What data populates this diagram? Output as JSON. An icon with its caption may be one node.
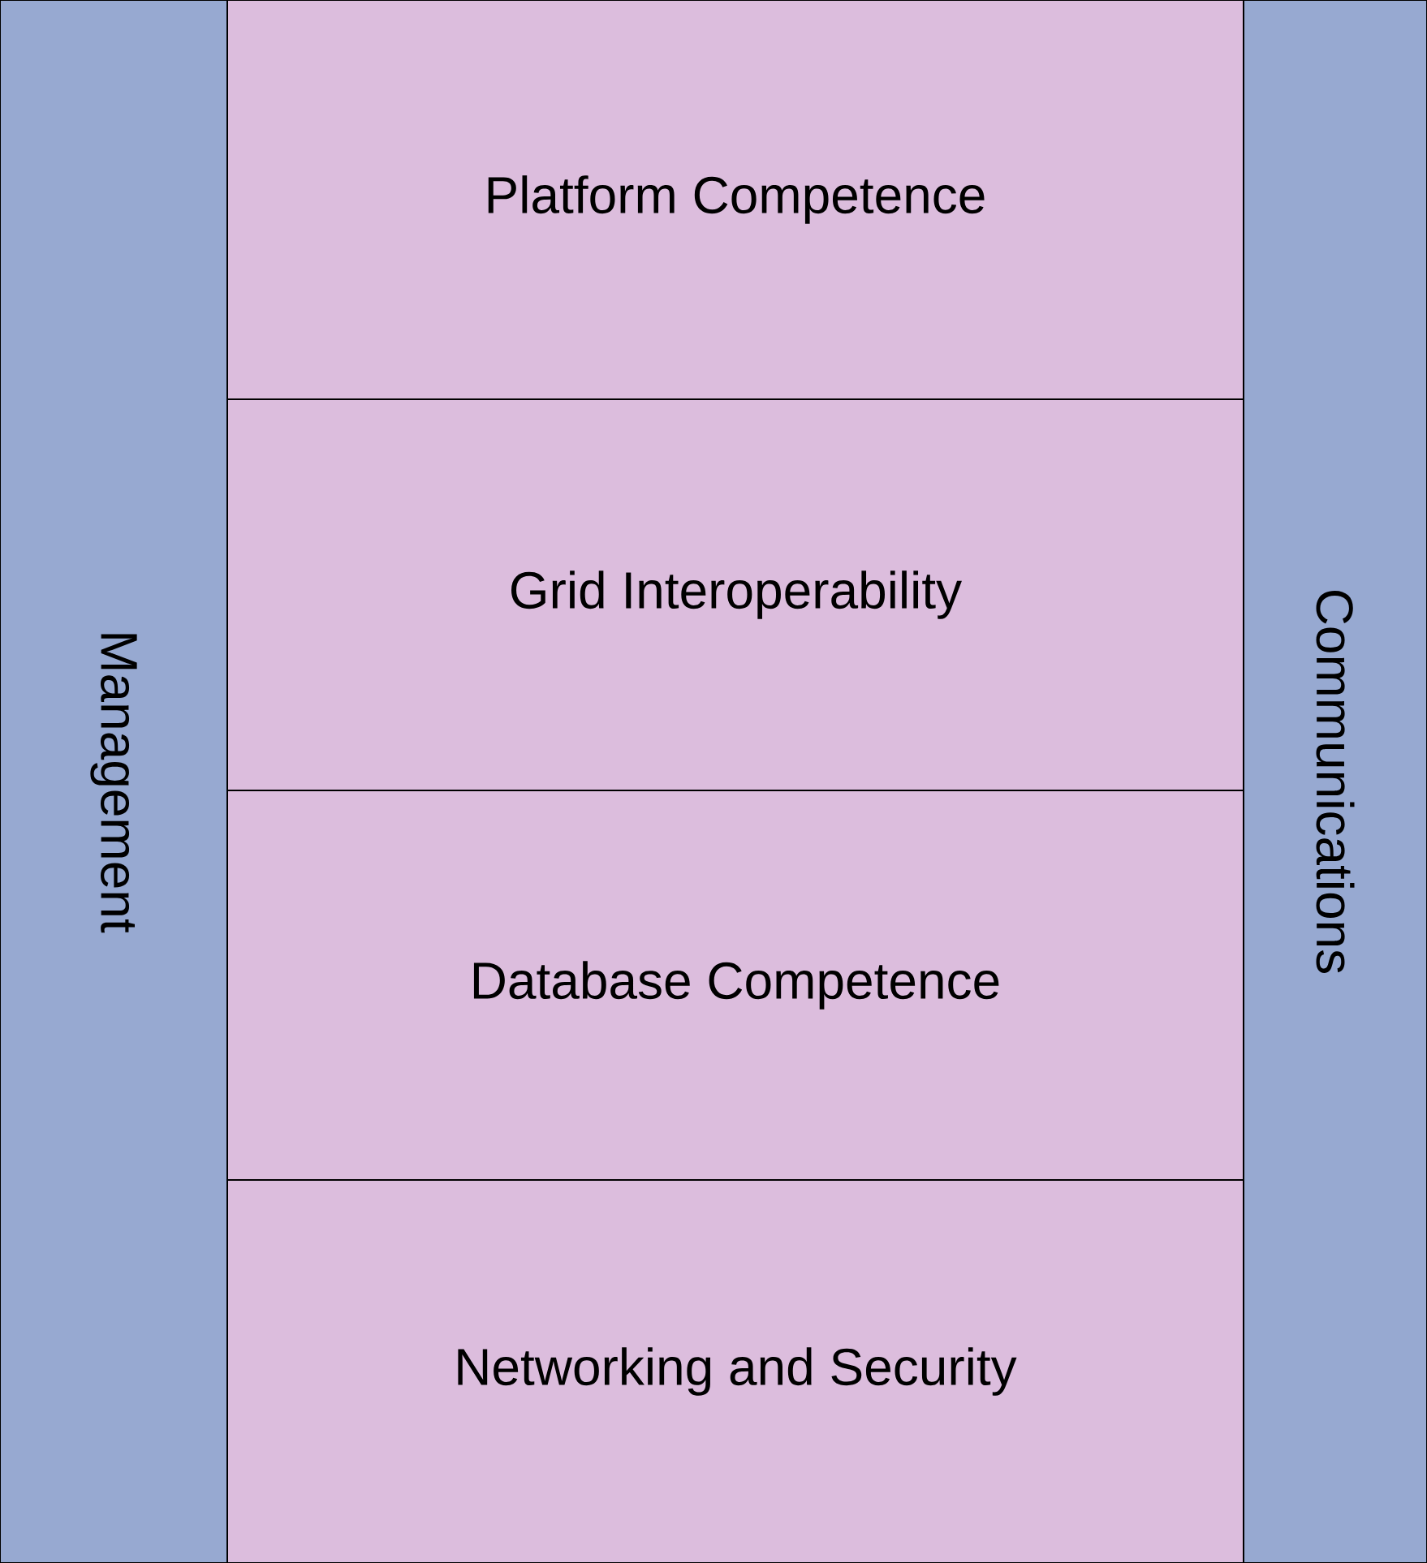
{
  "diagram": {
    "nodes": [
      {
        "text": [
          "Management"
        ]
      },
      {
        "text": [
          "Platform Competence"
        ]
      },
      {
        "text": [
          "Grid Interoperability"
        ]
      },
      {
        "text": [
          "Database Competence"
        ]
      },
      {
        "text": [
          "Networking and Security"
        ]
      },
      {
        "text": [
          "Communications"
        ]
      }
    ]
  }
}
